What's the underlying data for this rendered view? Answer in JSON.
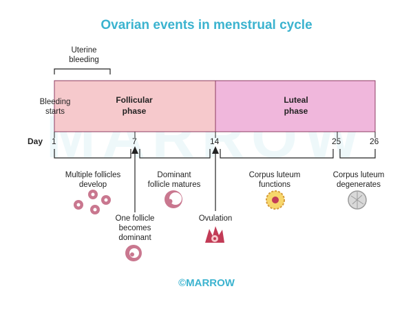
{
  "title": "Ovarian events in menstrual cycle",
  "uterine_bleeding": "Uterine\nbleeding",
  "bleeding_starts": "Bleeding\nstarts",
  "phases": {
    "follicular": "Follicular\nphase",
    "luteal": "Luteal\nphase"
  },
  "day_label": "Day",
  "days": [
    "1",
    "7",
    "14",
    "25",
    "26"
  ],
  "events": {
    "multiple_follicles": "Multiple follicles\ndevelop",
    "one_follicle": "One follicle\nbecomes\ndominant",
    "dominant_matures": "Dominant\nfollicle matures",
    "ovulation": "Ovulation",
    "corpus_functions": "Corpus luteum\nfunctions",
    "corpus_degenerates": "Corpus luteum\ndegenerates"
  },
  "watermark": "MARROW",
  "footer": "©MARROW",
  "colors": {
    "title": "#3bb3cf",
    "follicular_fill": "#f6c9cc",
    "luteal_fill": "#f0b7dc",
    "phase_border": "#8c3b61"
  }
}
